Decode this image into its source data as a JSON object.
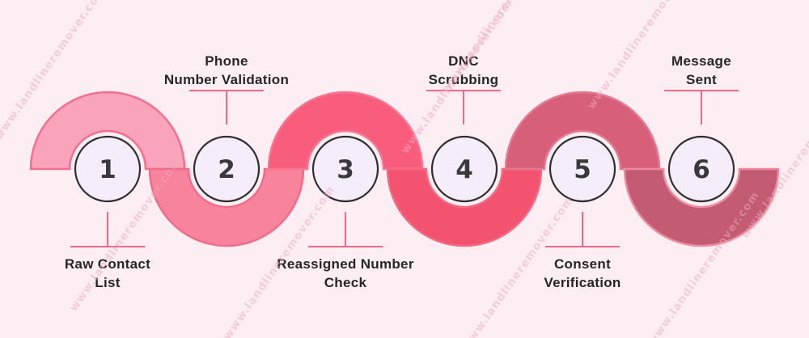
{
  "background_color": "#FDEEF3",
  "connector_color": "#F2688C",
  "watermark": {
    "text": "www.landlineremover.com"
  },
  "circle": {
    "fill": "#F6EDFA",
    "stroke": "#2E2E2E",
    "number_color": "#3A3A3A"
  },
  "steps": [
    {
      "number": "1",
      "label_lines": [
        "Raw Contact",
        "List"
      ],
      "label_position": "below",
      "arc_position": "above",
      "arc_fill": "#FAA4BB",
      "arc_stroke": "#F2708F"
    },
    {
      "number": "2",
      "label_lines": [
        "Phone",
        "Number Validation"
      ],
      "label_position": "above",
      "arc_position": "below",
      "arc_fill": "#F8839C",
      "arc_stroke": "#F06C8B"
    },
    {
      "number": "3",
      "label_lines": [
        "Reassigned Number",
        "Check"
      ],
      "label_position": "below",
      "arc_position": "above",
      "arc_fill": "#F95D7E",
      "arc_stroke": "#F8758F"
    },
    {
      "number": "4",
      "label_lines": [
        "DNC",
        "Scrubbing"
      ],
      "label_position": "above",
      "arc_position": "below",
      "arc_fill": "#F4536F",
      "arc_stroke": "#F06A84"
    },
    {
      "number": "5",
      "label_lines": [
        "Consent",
        "Verification"
      ],
      "label_position": "below",
      "arc_position": "above",
      "arc_fill": "#D85F79",
      "arc_stroke": "#E27A90"
    },
    {
      "number": "6",
      "label_lines": [
        "Message",
        "Sent"
      ],
      "label_position": "above",
      "arc_position": "below",
      "arc_fill": "#C35B73",
      "arc_stroke": "#EE8BA1"
    }
  ]
}
